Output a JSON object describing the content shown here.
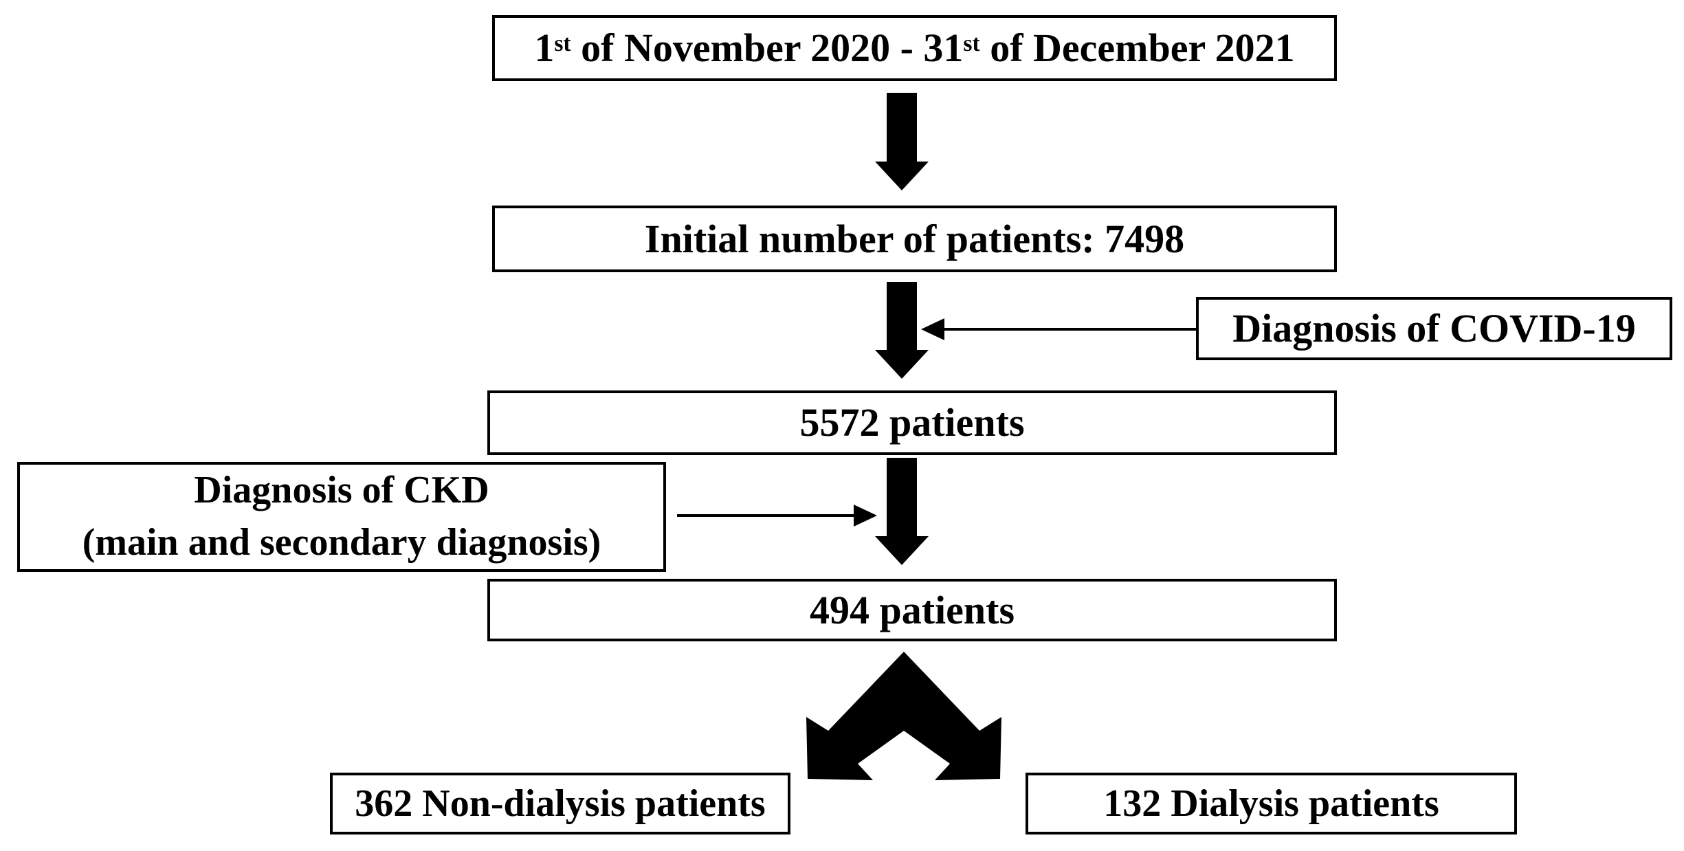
{
  "flowchart": {
    "title_semantic": "Patient selection flow diagram",
    "date_box": {
      "p1": "1",
      "s1": "st",
      "p2": " of November 2020 - 31",
      "s2": "st",
      "p3": " of December 2021"
    },
    "initial_box": "Initial number of patients: 7498",
    "covid_filter_box": "Diagnosis of COVID-19",
    "covid_count_box": "5572 patients",
    "ckd_filter_box": {
      "line1": "Diagnosis of CKD",
      "line2": "(main and secondary diagnosis)"
    },
    "ckd_count_box": "494 patients",
    "non_dialysis_box": "362 Non-dialysis patients",
    "dialysis_box": "132 Dialysis patients",
    "colors": {
      "ink": "#000000",
      "background": "#ffffff"
    }
  }
}
